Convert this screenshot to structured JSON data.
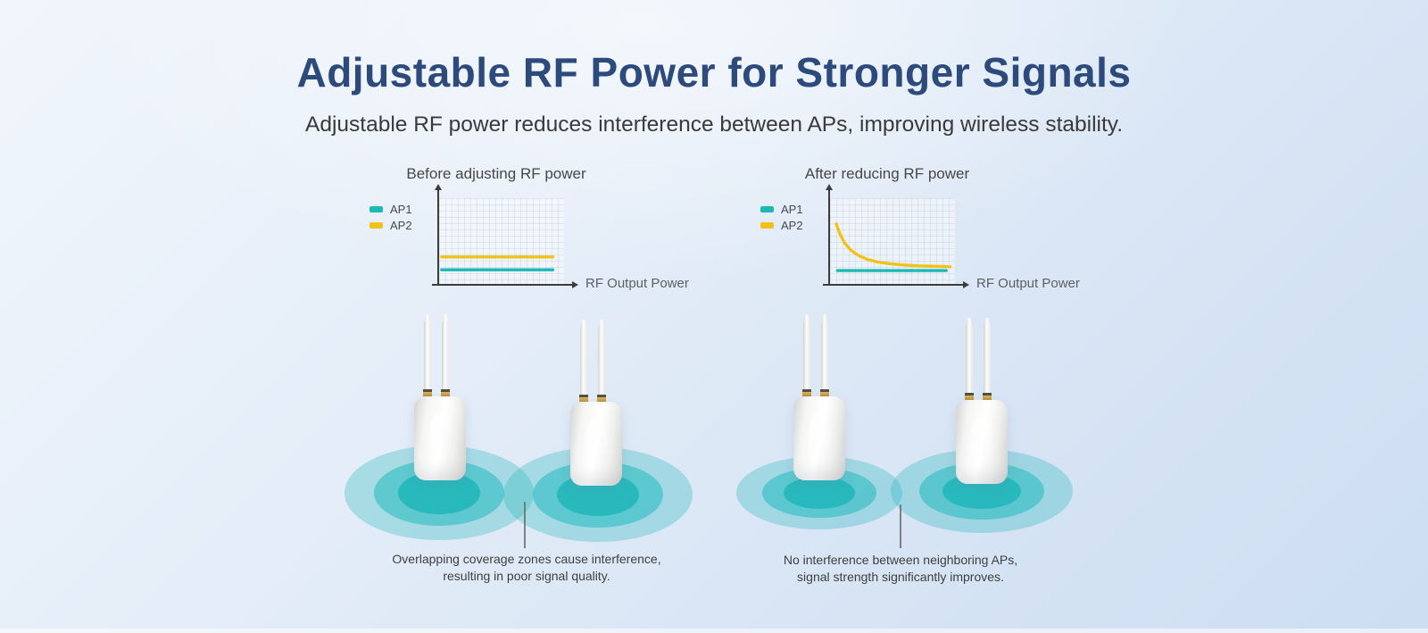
{
  "header": {
    "title": "Adjustable RF Power for Stronger Signals",
    "subtitle": "Adjustable RF power reduces interference between APs, improving wireless stability."
  },
  "colors": {
    "title_navy": "#2d4a7c",
    "ap1_teal": "#1cb9b4",
    "ap2_yellow": "#f2c21a",
    "coverage_teal": "#2eb9bd",
    "background_blue": "#dde9f6"
  },
  "panels": {
    "before": {
      "label": "Before adjusting RF power",
      "axis_label": "RF Output Power",
      "legend": [
        {
          "name": "AP1",
          "color": "#1cb9b4"
        },
        {
          "name": "AP2",
          "color": "#f2c21a"
        }
      ],
      "caption": "Overlapping coverage zones cause interference,\nresulting in poor signal quality."
    },
    "after": {
      "label": "After reducing RF power",
      "axis_label": "RF Output Power",
      "legend": [
        {
          "name": "AP1",
          "color": "#1cb9b4"
        },
        {
          "name": "AP2",
          "color": "#f2c21a"
        }
      ],
      "caption": "No interference between neighboring APs,\nsignal strength significantly improves."
    }
  },
  "chart_data": [
    {
      "type": "line",
      "title": "Before adjusting RF power",
      "xlabel": "RF Output Power",
      "ylabel": "",
      "x_range_normalized": [
        0,
        1
      ],
      "y_range_normalized": [
        0,
        1
      ],
      "grid": true,
      "legend_position": "left",
      "series": [
        {
          "name": "AP1",
          "color": "#1cb9b4",
          "shape": "flat line (constant high output)",
          "points": [
            [
              0.02,
              0.165
            ],
            [
              0.91,
              0.165
            ]
          ]
        },
        {
          "name": "AP2",
          "color": "#f2c21a",
          "shape": "flat line (constant high output)",
          "points": [
            [
              0.02,
              0.315
            ],
            [
              0.91,
              0.315
            ]
          ]
        }
      ]
    },
    {
      "type": "line",
      "title": "After reducing RF power",
      "xlabel": "RF Output Power",
      "ylabel": "",
      "x_range_normalized": [
        0,
        1
      ],
      "y_range_normalized": [
        0,
        1
      ],
      "grid": true,
      "legend_position": "left",
      "series": [
        {
          "name": "AP1",
          "color": "#1cb9b4",
          "shape": "flat line near bottom",
          "points": [
            [
              0.06,
              0.155
            ],
            [
              0.93,
              0.155
            ]
          ]
        },
        {
          "name": "AP2",
          "color": "#f2c21a",
          "shape": "decaying curve approaching AP1 level",
          "points": [
            [
              0.05,
              0.7
            ],
            [
              0.08,
              0.58
            ],
            [
              0.12,
              0.47
            ],
            [
              0.17,
              0.39
            ],
            [
              0.23,
              0.33
            ],
            [
              0.3,
              0.285
            ],
            [
              0.38,
              0.255
            ],
            [
              0.48,
              0.235
            ],
            [
              0.6,
              0.22
            ],
            [
              0.72,
              0.21
            ],
            [
              0.85,
              0.205
            ],
            [
              0.96,
              0.2
            ]
          ]
        }
      ]
    }
  ]
}
